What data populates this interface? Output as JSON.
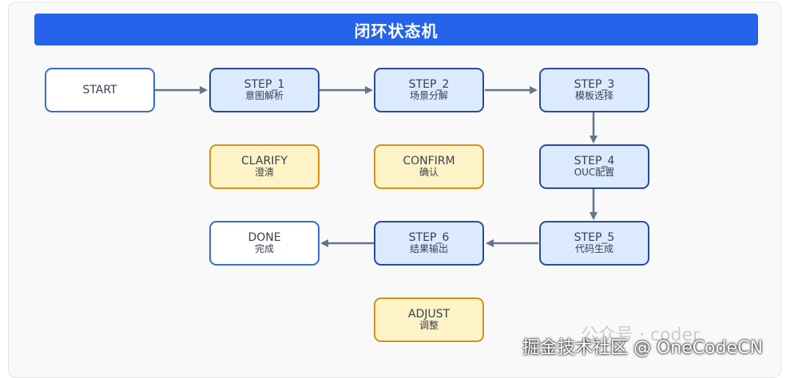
{
  "diagram": {
    "title": "闭环状态机",
    "nodes": {
      "start": {
        "code": "START",
        "sub": ""
      },
      "step1": {
        "code": "STEP_1",
        "sub": "意图解析"
      },
      "step2": {
        "code": "STEP_2",
        "sub": "场景分解"
      },
      "step3": {
        "code": "STEP_3",
        "sub": "模板选择"
      },
      "clarify": {
        "code": "CLARIFY",
        "sub": "澄清"
      },
      "confirm": {
        "code": "CONFIRM",
        "sub": "确认"
      },
      "step4": {
        "code": "STEP_4",
        "sub": "OUC配置"
      },
      "done": {
        "code": "DONE",
        "sub": "完成"
      },
      "step6": {
        "code": "STEP_6",
        "sub": "结果输出"
      },
      "step5": {
        "code": "STEP_5",
        "sub": "代码生成"
      },
      "adjust": {
        "code": "ADJUST",
        "sub": "调整"
      }
    },
    "edges": [
      {
        "from": "START",
        "to": "STEP_1"
      },
      {
        "from": "STEP_1",
        "to": "STEP_2"
      },
      {
        "from": "STEP_2",
        "to": "STEP_3"
      },
      {
        "from": "STEP_3",
        "to": "STEP_4"
      },
      {
        "from": "STEP_4",
        "to": "STEP_5"
      },
      {
        "from": "STEP_5",
        "to": "STEP_6"
      },
      {
        "from": "STEP_6",
        "to": "DONE"
      }
    ],
    "colors": {
      "title_bar": "#2563eb",
      "step_fill": "#dbeafe",
      "step_border": "#2a4b9b",
      "aux_fill": "#fef3c7",
      "aux_border": "#d4901a",
      "terminal_border": "#3b6cc4",
      "edge": "#64748b"
    }
  },
  "watermark": "公众号 · coder",
  "footer": "掘金技术社区 @ OneCodeCN"
}
